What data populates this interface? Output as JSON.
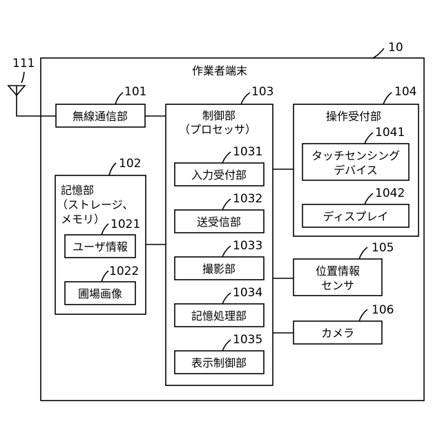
{
  "terminal": {
    "title": "作業者端末",
    "ref": "10"
  },
  "antenna": {
    "ref": "111"
  },
  "wireless": {
    "label": "無線通信部",
    "ref": "101"
  },
  "storage": {
    "ref": "102",
    "lines": [
      "記憶部",
      "（ストレージ、",
      "メモリ）"
    ],
    "user_info": {
      "label": "ユーザ情報",
      "ref": "1021"
    },
    "field_image": {
      "label": "圃場画像",
      "ref": "1022"
    }
  },
  "control": {
    "ref": "103",
    "lines": [
      "制御部",
      "（プロセッサ）"
    ],
    "input": {
      "label": "入力受付部",
      "ref": "1031"
    },
    "transceiver": {
      "label": "送受信部",
      "ref": "1032"
    },
    "imaging": {
      "label": "撮影部",
      "ref": "1033"
    },
    "storage_proc": {
      "label": "記憶処理部",
      "ref": "1034"
    },
    "display_ctrl": {
      "label": "表示制御部",
      "ref": "1035"
    }
  },
  "operation": {
    "label": "操作受付部",
    "ref": "104",
    "touch": {
      "lines": [
        "タッチセンシング",
        "デバイス"
      ],
      "ref": "1041"
    },
    "display": {
      "label": "ディスプレイ",
      "ref": "1042"
    }
  },
  "position": {
    "lines": [
      "位置情報",
      "センサ"
    ],
    "ref": "105"
  },
  "camera": {
    "label": "カメラ",
    "ref": "106"
  }
}
